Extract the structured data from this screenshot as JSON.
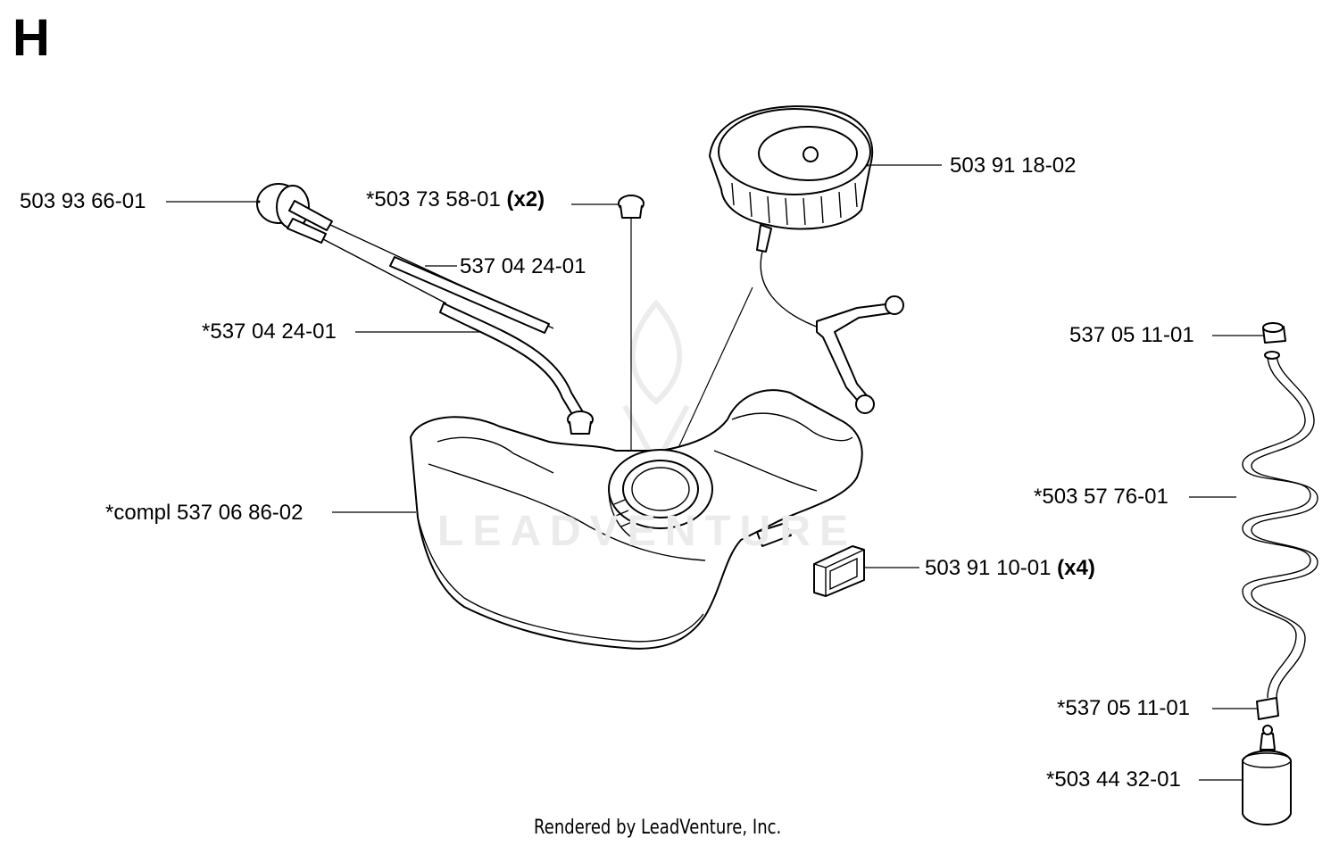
{
  "section": "H",
  "watermark": "LEADVENTURE",
  "footer": "Rendered by LeadVenture, Inc.",
  "callouts": [
    {
      "id": "primer-bulb",
      "label": "503 93 66-01",
      "qty": ""
    },
    {
      "id": "grommet-top",
      "label": "*503 73 58-01",
      "qty": "(x2)"
    },
    {
      "id": "fuel-hose-1",
      "label": "537 04 24-01",
      "qty": ""
    },
    {
      "id": "fuel-hose-2",
      "label": "*537 04 24-01",
      "qty": ""
    },
    {
      "id": "fuel-cap",
      "label": "503 91 18-02",
      "qty": ""
    },
    {
      "id": "fuel-tank",
      "label": "*compl 537 06 86-02",
      "qty": ""
    },
    {
      "id": "rubber-pad",
      "label": "503 91 10-01",
      "qty": "(x4)"
    },
    {
      "id": "hose-nipple-top",
      "label": "537 05 11-01",
      "qty": ""
    },
    {
      "id": "coiled-fuel-line",
      "label": "*503 57 76-01",
      "qty": ""
    },
    {
      "id": "hose-nipple-bottom",
      "label": "*537 05 11-01",
      "qty": ""
    },
    {
      "id": "fuel-filter",
      "label": "*503 44 32-01",
      "qty": ""
    }
  ]
}
